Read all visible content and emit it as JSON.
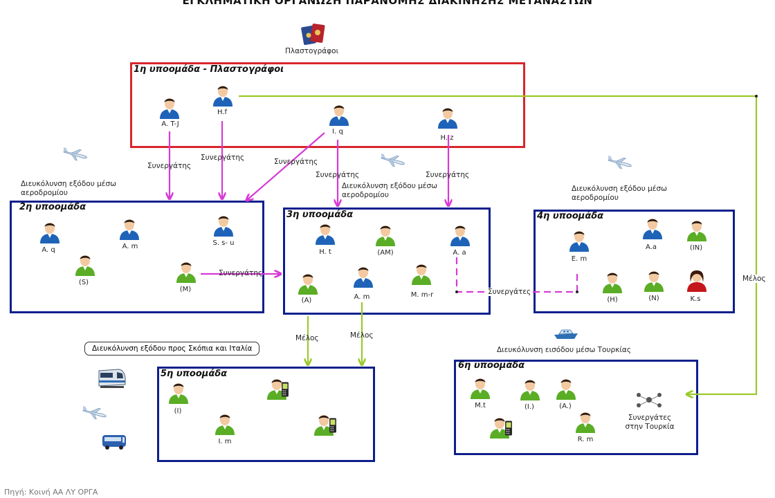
{
  "header": {
    "title": "ΕΓΚΛΗΜΑΤΙΚΗ ΟΡΓΑΝΩΣΗ ΠΑΡΑΝΟΜΗΣ ΔΙΑΚΙΝΗΣΗΣ ΜΕΤΑΝΑΣΤΩΝ"
  },
  "top_icon": {
    "icon": "passports-icon",
    "label": "Πλαστογράφοι"
  },
  "groups": {
    "g1": {
      "title": "1η υποομάδα - Πλαστογράφοι",
      "color": "#d9252c",
      "members": [
        "A. T-J",
        "H.f",
        "I. q",
        "H. z"
      ]
    },
    "g2": {
      "title": "2η υποομάδα",
      "members": [
        "A. q",
        "A. m",
        "S. s- u",
        "(S)",
        "(M)"
      ]
    },
    "g3": {
      "title": "3η υποομάδα",
      "members": [
        "H. t",
        "(AM)",
        "A. a",
        "(A)",
        "A. m",
        "M. m-r"
      ]
    },
    "g4": {
      "title": "4η υποομάδα",
      "members": [
        "A.a",
        "(IN)",
        "E. m",
        "(H)",
        "(N)",
        "K.s"
      ]
    },
    "g5": {
      "title": "5η υποομάδα",
      "members": [
        "(I)",
        "I. m"
      ]
    },
    "g6": {
      "title": "6η υποομάδα",
      "members": [
        "M.t",
        "(I.)",
        "(A.)",
        "R. m"
      ],
      "collaborators": "Συνεργάτες στην Τουρκία"
    }
  },
  "edge_labels": {
    "synergatis": "Συνεργάτης",
    "synergates": "Συνεργάτες",
    "melos": "Μέλος"
  },
  "annotations": {
    "airport_exit": "Διευκόλυνση εξόδου μέσω αεροδρομίου",
    "exit_skopia_italy": "Διευκόλυνση εξόδου προς Σκόπια και Ιταλία",
    "entry_turkey": "Διευκόλυνση εισόδου μέσω Τουρκίας"
  },
  "footer": "Πηγή: Κοινή ΑΑ ΛΥ ΟΡΓΑ",
  "colors": {
    "blue_box": "#0d1f8c",
    "red_box": "#d9252c",
    "magenta_arrow": "#d63ad6",
    "green_arrow": "#9bc92b",
    "person_blue": "#1e63b8",
    "person_green": "#5aad25",
    "person_red": "#c4161c"
  },
  "icons": [
    "airplane-icon",
    "boat-icon",
    "train-icon",
    "bus-icon",
    "phone-icon",
    "network-icon",
    "person-icon"
  ]
}
